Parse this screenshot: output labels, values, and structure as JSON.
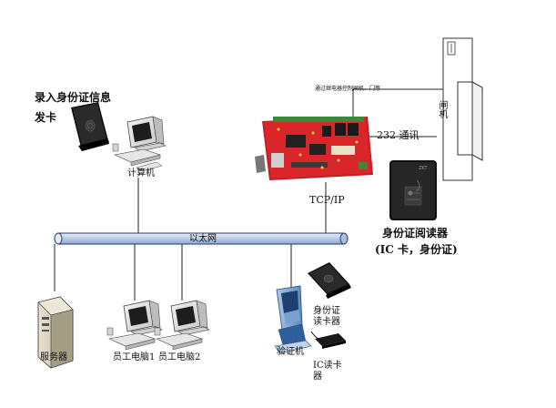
{
  "labels": {
    "enroll_card": "录入身份证信息",
    "issue_card": "发卡",
    "computer": "计算机",
    "ethernet": "以太网",
    "tcpip": "TCP/IP",
    "rs232": "232 通讯",
    "turnstile_ctrl": "通过继电器控制闸机、门等",
    "gate": "闸机",
    "id_reader": "身份证阅读器",
    "id_reader_types": "(IC 卡，身份证)",
    "server": "服务器",
    "staff_pc1": "员工电脑1",
    "staff_pc2": "员工电脑2",
    "kiosk": "验证机",
    "id_card_reader": "身份证读卡器",
    "ic_reader": "IC读卡器"
  },
  "colors": {
    "bus_fill": "#c9d9ee",
    "bus_stroke": "#2a3a66",
    "board": "#d8262a",
    "line": "#222222"
  },
  "icons": [
    "card-reader-icon",
    "computer-icon",
    "controller-board-icon",
    "turnstile-icon",
    "id-reader-icon",
    "server-icon",
    "kiosk-icon",
    "ic-reader-icon"
  ]
}
